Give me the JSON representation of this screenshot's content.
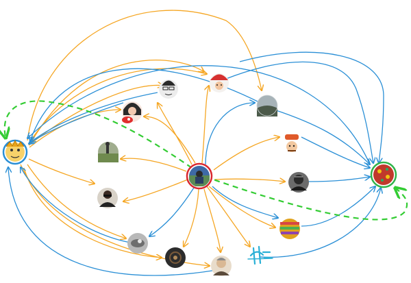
{
  "colors": {
    "orange": "#f5a623",
    "blue": "#2a8fd6",
    "green": "#33cc33",
    "red_ring": "#d9282f",
    "blue_ring": "#2a8fd6",
    "green_ring": "#2fb34a"
  },
  "nodes": [
    {
      "id": "left-hub",
      "ring": "blue",
      "fill": "#f7d26a",
      "icon": "cartoon-face-avatar"
    },
    {
      "id": "center-hub",
      "ring": "red",
      "fill": "#4a6fa5",
      "icon": "person-photo-avatar"
    },
    {
      "id": "right-hub",
      "ring": "green",
      "fill": "#c0392b",
      "icon": "red-pattern-avatar"
    },
    {
      "id": "glasses-man",
      "ring": "none",
      "fill": "#e8e8e8",
      "icon": "sketch-man-avatar"
    },
    {
      "id": "red-cap",
      "ring": "none",
      "fill": "#d64545",
      "icon": "cartoon-cap-avatar"
    },
    {
      "id": "weibo-girl",
      "ring": "none",
      "fill": "#f3d6c8",
      "icon": "girl-weibo-avatar"
    },
    {
      "id": "landscape-top",
      "ring": "none",
      "fill": "#8a9a8f",
      "icon": "landscape-avatar"
    },
    {
      "id": "field",
      "ring": "none",
      "fill": "#7f8f6a",
      "icon": "field-photo-avatar"
    },
    {
      "id": "chef",
      "ring": "none",
      "fill": "#e06b3b",
      "icon": "chef-cartoon-avatar"
    },
    {
      "id": "dark-person",
      "ring": "none",
      "fill": "#3b3b3b",
      "icon": "dark-person-avatar"
    },
    {
      "id": "bw-portrait",
      "ring": "none",
      "fill": "#5a5a5a",
      "icon": "bw-portrait-avatar"
    },
    {
      "id": "colorful",
      "ring": "none",
      "fill": "#e0a21c",
      "icon": "colorful-avatar"
    },
    {
      "id": "grey-blur",
      "ring": "none",
      "fill": "#9a9a9a",
      "icon": "grey-blur-avatar"
    },
    {
      "id": "dark-circle",
      "ring": "none",
      "fill": "#2a2a2a",
      "icon": "dark-circle-avatar"
    },
    {
      "id": "elder",
      "ring": "none",
      "fill": "#c9b59a",
      "icon": "elder-photo-avatar"
    }
  ],
  "signature_text": "非"
}
